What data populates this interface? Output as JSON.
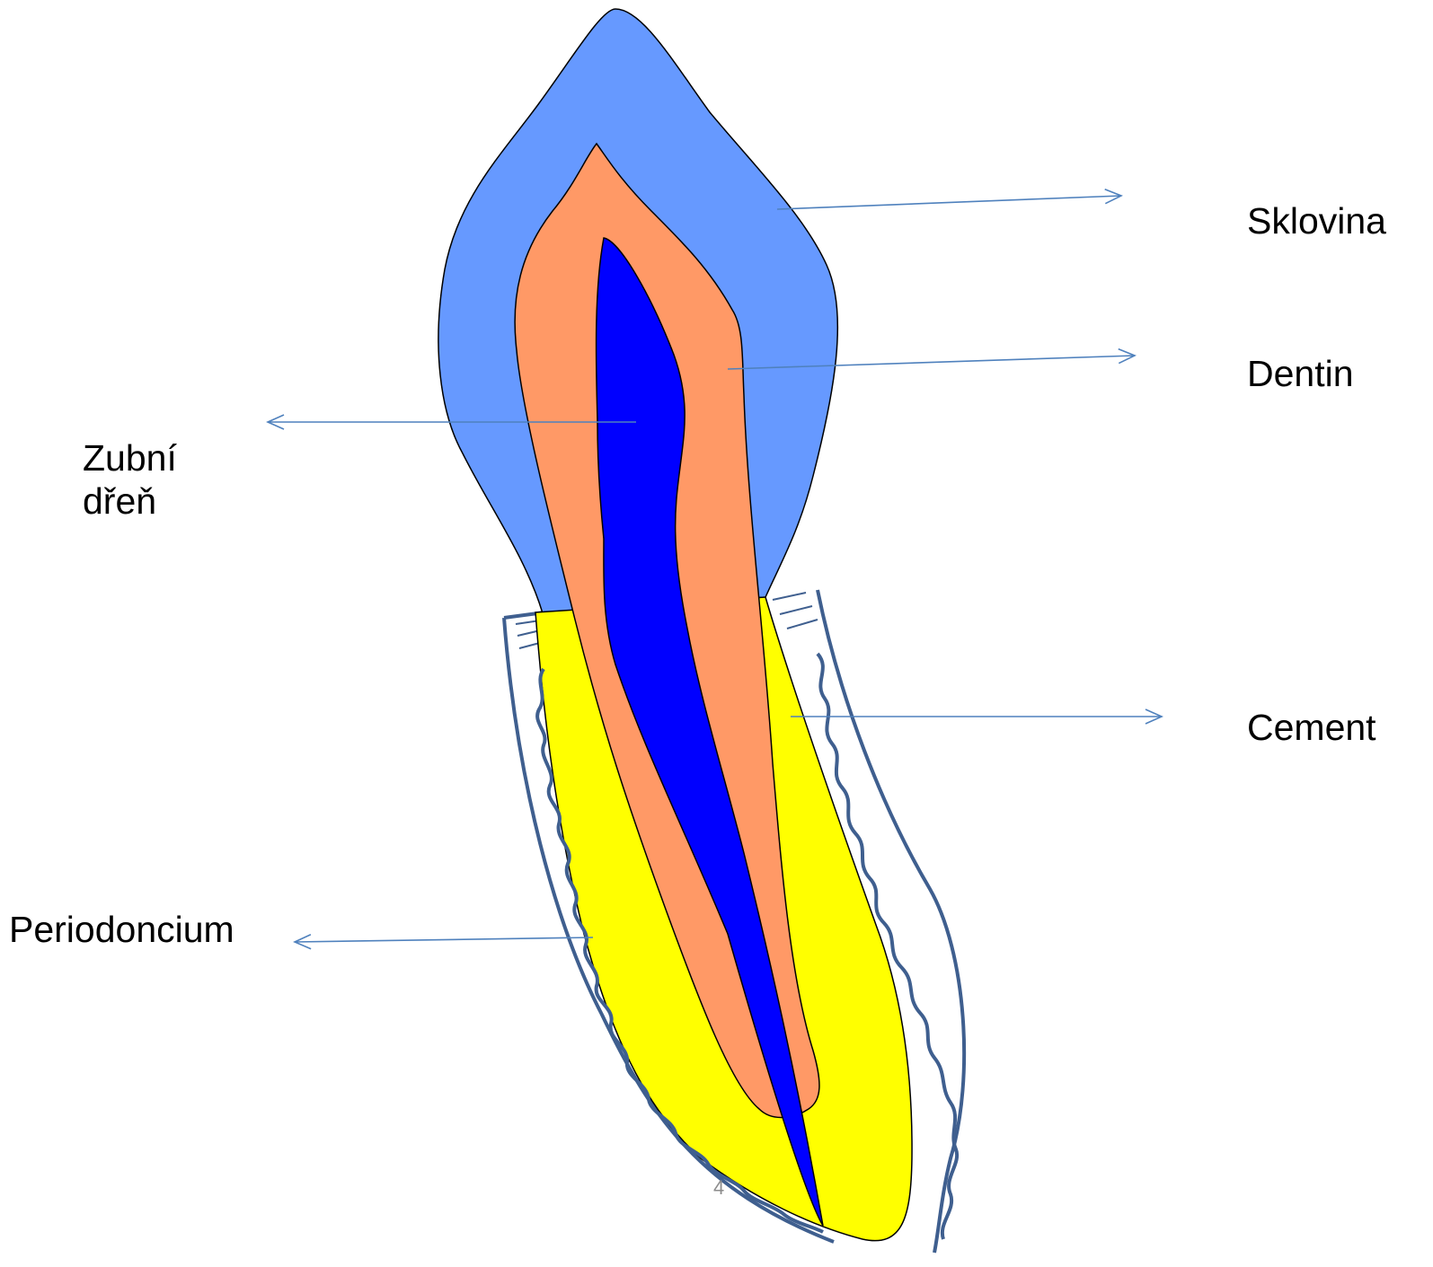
{
  "labels": {
    "enamel": "Sklovina",
    "dentin": "Dentin",
    "pulp_line1": "Zubní",
    "pulp_line2": "dřeň",
    "cementum": "Cement",
    "periodontium": "Periodoncium"
  },
  "page_number": "4",
  "colors": {
    "enamel": "#6699ff",
    "dentin": "#ff9966",
    "pulp": "#0000ff",
    "cementum": "#ffff00",
    "bone_outline": "#3f5f8f",
    "arrow": "#4f81bd"
  }
}
